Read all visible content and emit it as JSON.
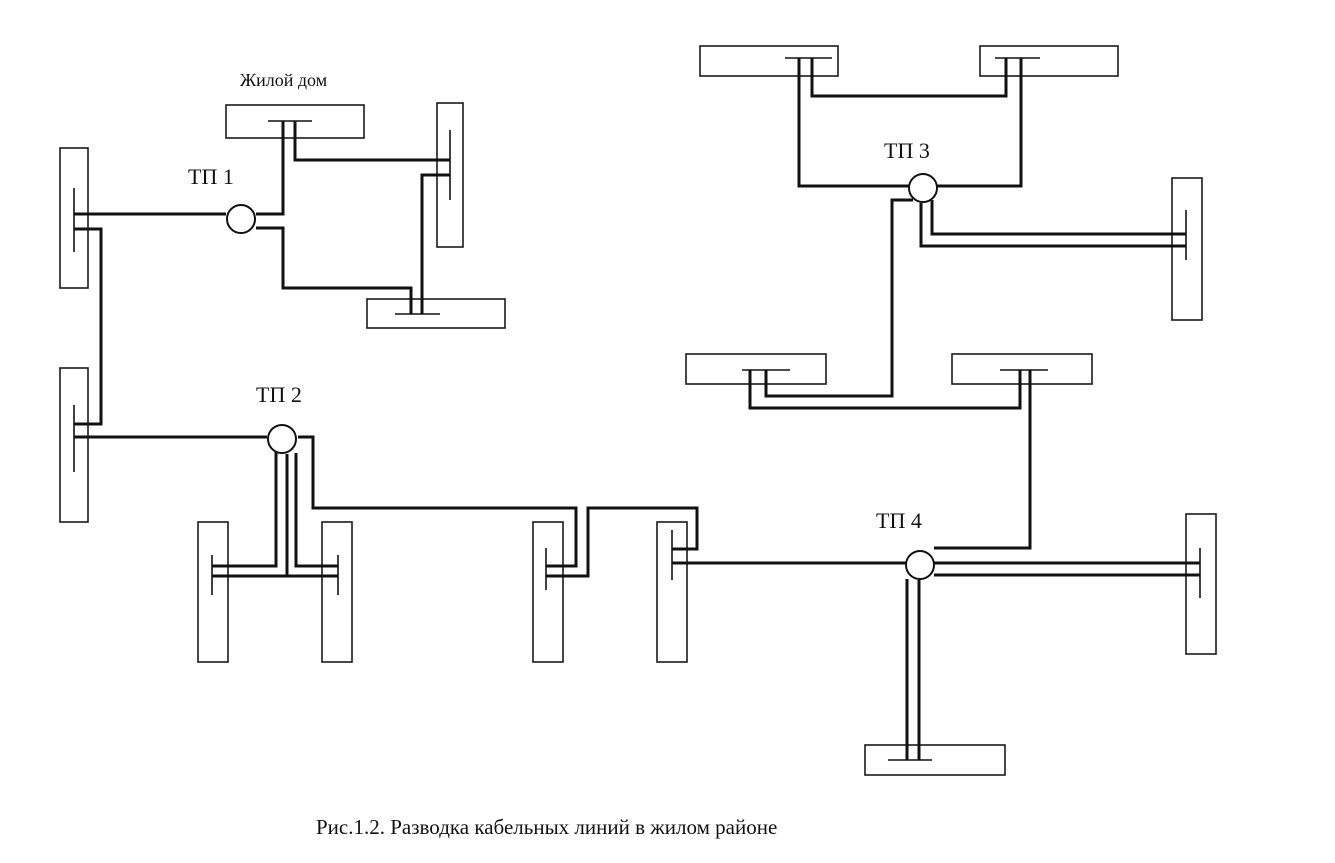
{
  "house_label": "Жилой дом",
  "substations": [
    {
      "id": "tp1",
      "label": "ТП 1"
    },
    {
      "id": "tp2",
      "label": "ТП 2"
    },
    {
      "id": "tp3",
      "label": "ТП 3"
    },
    {
      "id": "tp4",
      "label": "ТП 4"
    }
  ],
  "caption": "Рис.1.2. Разводка кабельных линий в жилом районе"
}
